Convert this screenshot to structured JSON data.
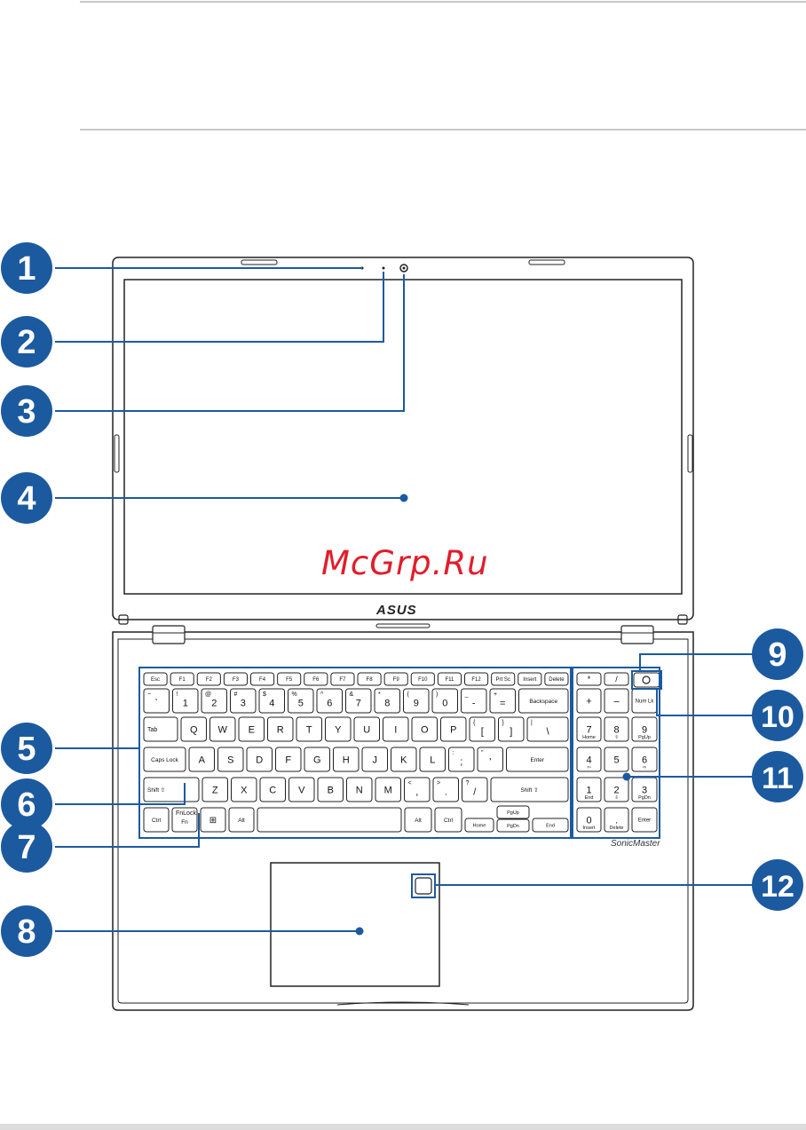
{
  "watermark": "McGrp.Ru",
  "brand": {
    "logo": "ASUS",
    "audio": "SonicMaster"
  },
  "colors": {
    "badge": "#1c5aa0",
    "leader": "#1c5aa0",
    "outline": "#222222",
    "watermark": "#e21d2b"
  },
  "callouts": [
    "1",
    "2",
    "3",
    "4",
    "5",
    "6",
    "7",
    "8",
    "9",
    "10",
    "11",
    "12"
  ],
  "keyboard": {
    "function_row": [
      "Esc",
      "F1",
      "F2",
      "F3",
      "F4",
      "F5",
      "F6",
      "F7",
      "F8",
      "F9",
      "F10",
      "F11",
      "F12",
      "Prt Sc",
      "Insert",
      "Delete"
    ],
    "number_row": [
      {
        "top": "~",
        "main": "`"
      },
      {
        "top": "!",
        "main": "1"
      },
      {
        "top": "@",
        "main": "2"
      },
      {
        "top": "#",
        "main": "3"
      },
      {
        "top": "$",
        "main": "4"
      },
      {
        "top": "%",
        "main": "5"
      },
      {
        "top": "^",
        "main": "6"
      },
      {
        "top": "&",
        "main": "7"
      },
      {
        "top": "*",
        "main": "8"
      },
      {
        "top": "(",
        "main": "9"
      },
      {
        "top": ")",
        "main": "0"
      },
      {
        "top": "_",
        "main": "-"
      },
      {
        "top": "+",
        "main": "="
      }
    ],
    "backspace": "Backspace",
    "tab": "Tab",
    "qwerty_row": [
      "Q",
      "W",
      "E",
      "R",
      "T",
      "Y",
      "U",
      "I",
      "O",
      "P",
      "[",
      "]",
      "\\"
    ],
    "qwerty_top": [
      "",
      "",
      "",
      "",
      "",
      "",
      "",
      "",
      "",
      "",
      "{",
      "}",
      "|"
    ],
    "caps_lock": "Caps Lock",
    "home_row": [
      "A",
      "S",
      "D",
      "F",
      "G",
      "H",
      "J",
      "K",
      "L",
      ";",
      "'"
    ],
    "home_top": [
      "",
      "",
      "",
      "",
      "",
      "",
      "",
      "",
      "",
      ":",
      "\""
    ],
    "enter": "Enter",
    "shift": "Shift ⇧",
    "bottom_letter_row": [
      "Z",
      "X",
      "C",
      "V",
      "B",
      "N",
      "M",
      ",",
      ".",
      "/"
    ],
    "bottom_letter_top": [
      "",
      "",
      "",
      "",
      "",
      "",
      "",
      "<",
      ">",
      "?"
    ],
    "ctrl": "Ctrl",
    "fn": "Fn",
    "fn_lock": "FnLock",
    "alt": "Alt",
    "ctrl_right_icon": "menu-icon",
    "nav": {
      "home": "Home",
      "pgup": "PgUp",
      "pgdn": "PgDn",
      "end": "End"
    }
  },
  "numpad": {
    "top_row": [
      "*",
      "/"
    ],
    "num_lk": "Num Lk",
    "plus": "+",
    "minus": "–",
    "rows": [
      [
        {
          "main": "7",
          "sub": "Home"
        },
        {
          "main": "8",
          "sub": "⇧"
        },
        {
          "main": "9",
          "sub": "PgUp"
        }
      ],
      [
        {
          "main": "4",
          "sub": "⇦"
        },
        {
          "main": "5",
          "sub": ""
        },
        {
          "main": "6",
          "sub": "⇨"
        }
      ],
      [
        {
          "main": "1",
          "sub": "End"
        },
        {
          "main": "2",
          "sub": "⇩"
        },
        {
          "main": "3",
          "sub": "PgDn"
        }
      ],
      [
        {
          "main": "0",
          "sub": "Insert"
        },
        {
          "main": ".",
          "sub": "Delete"
        },
        {
          "main": "Enter",
          "sub": ""
        }
      ]
    ]
  }
}
